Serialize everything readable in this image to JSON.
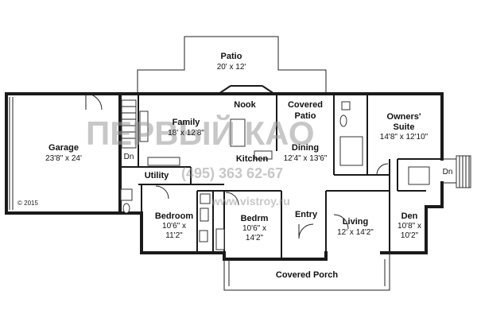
{
  "rooms": {
    "patio": {
      "name": "Patio",
      "dims": "20' x 12'"
    },
    "nook": {
      "name": "Nook"
    },
    "covered_patio": {
      "line1": "Covered",
      "line2": "Patio"
    },
    "owners_suite": {
      "line1": "Owners'",
      "line2": "Suite",
      "dims": "14'8\" x 12'10\""
    },
    "family": {
      "name": "Family",
      "dims": "18' x 12'8\""
    },
    "garage": {
      "name": "Garage",
      "dims": "23'8\" x 24'"
    },
    "dining": {
      "name": "Dining",
      "dims": "12'4\" x 13'6\""
    },
    "kitchen": {
      "name": "Kitchen"
    },
    "utility": {
      "name": "Utility"
    },
    "bedroom": {
      "name": "Bedroom",
      "dims1": "10'6\" x",
      "dims2": "11'2\""
    },
    "bedrm": {
      "name": "Bedrm",
      "dims1": "10'6\" x",
      "dims2": "14'2\""
    },
    "entry": {
      "name": "Entry"
    },
    "living": {
      "name": "Living",
      "dims": "12' x 14'2\""
    },
    "den": {
      "name": "Den",
      "dims1": "10'8\" x",
      "dims2": "10'2\""
    },
    "covered_porch": {
      "name": "Covered Porch"
    }
  },
  "stairs": {
    "dn_left": "Dn",
    "dn_right": "Dn"
  },
  "copyright": "© 2015",
  "watermark": {
    "brand": "ПЕРВЫЙ КАО",
    "phone": "(495) 363 62-67",
    "site": "www.vistroy.ru"
  }
}
